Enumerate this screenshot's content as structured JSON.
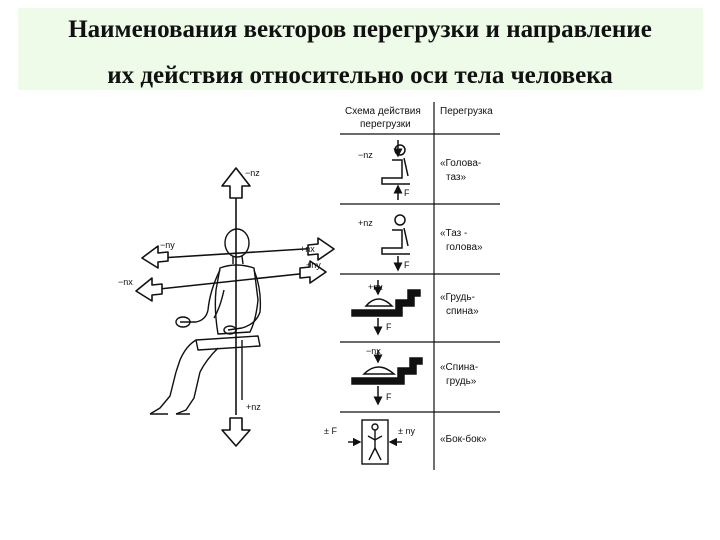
{
  "title": {
    "line1": "Наименования векторов перегрузки и направление",
    "line2": "их действия  относительно оси тела человека"
  },
  "figure": {
    "axis_labels": {
      "minus_nz": "−nz",
      "plus_nz": "+nz",
      "minus_ny_left": "−ny",
      "plus_nx_right": "+nx",
      "minus_nx_left": "−nx",
      "plus_ny_right": "+ny"
    }
  },
  "table": {
    "header_scheme": [
      "Схема действия",
      "перегрузки"
    ],
    "header_overload": "Перегрузка",
    "rows": [
      {
        "vector": "−nz",
        "force": "F",
        "name": [
          "«Голова-",
          "таз»"
        ]
      },
      {
        "vector": "+nz",
        "force": "F",
        "name": [
          "«Таз -",
          "голова»"
        ]
      },
      {
        "vector": "+nx",
        "force": "F",
        "name": [
          "«Грудь-",
          "спина»"
        ]
      },
      {
        "vector": "−nx",
        "force": "F",
        "name": [
          "«Спина-",
          "грудь»"
        ]
      },
      {
        "vector_left": "± F",
        "vector_right": "± ny",
        "name": [
          "«Бок-бок»"
        ]
      }
    ]
  }
}
